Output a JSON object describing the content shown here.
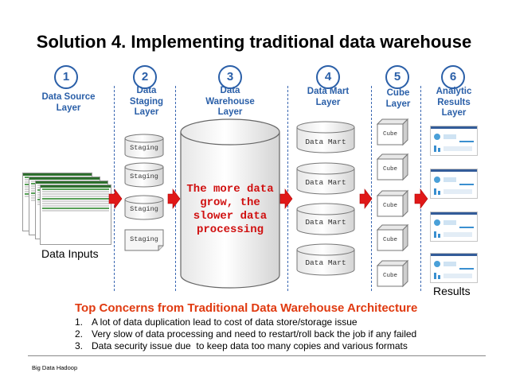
{
  "title": "Solution 4. Implementing traditional data warehouse",
  "layers": [
    {
      "num": "1",
      "label": "Data Source Layer"
    },
    {
      "num": "2",
      "label": "Data Staging Layer"
    },
    {
      "num": "3",
      "label": "Data Warehouse Layer"
    },
    {
      "num": "4",
      "label": "Data Mart Layer"
    },
    {
      "num": "5",
      "label": "Cube Layer"
    },
    {
      "num": "6",
      "label": "Analytic Results Layer"
    }
  ],
  "data_inputs": "Data Inputs",
  "staging_label": "Staging",
  "warehouse_text": "The more data grow, the slower data processing",
  "mart_label": "Data Mart",
  "cube_label": "Cube",
  "results_label": "Results",
  "concerns": {
    "title": "Top Concerns from Traditional Data Warehouse Architecture",
    "items": [
      {
        "n": "1.",
        "text": "A lot of data duplication lead to cost of data store/storage issue"
      },
      {
        "n": "2.",
        "text": "Very slow of data processing and need to restart/roll back the job if any failed"
      },
      {
        "n": "3.",
        "text": "Data security issue due  to keep data too many copies and various formats"
      }
    ]
  },
  "footer": "Big Data Hadoop",
  "colors": {
    "accent_blue": "#2a5fa8",
    "arrow_red": "#e01818",
    "warning_red": "#d01010",
    "concern_title": "#e03a10"
  }
}
